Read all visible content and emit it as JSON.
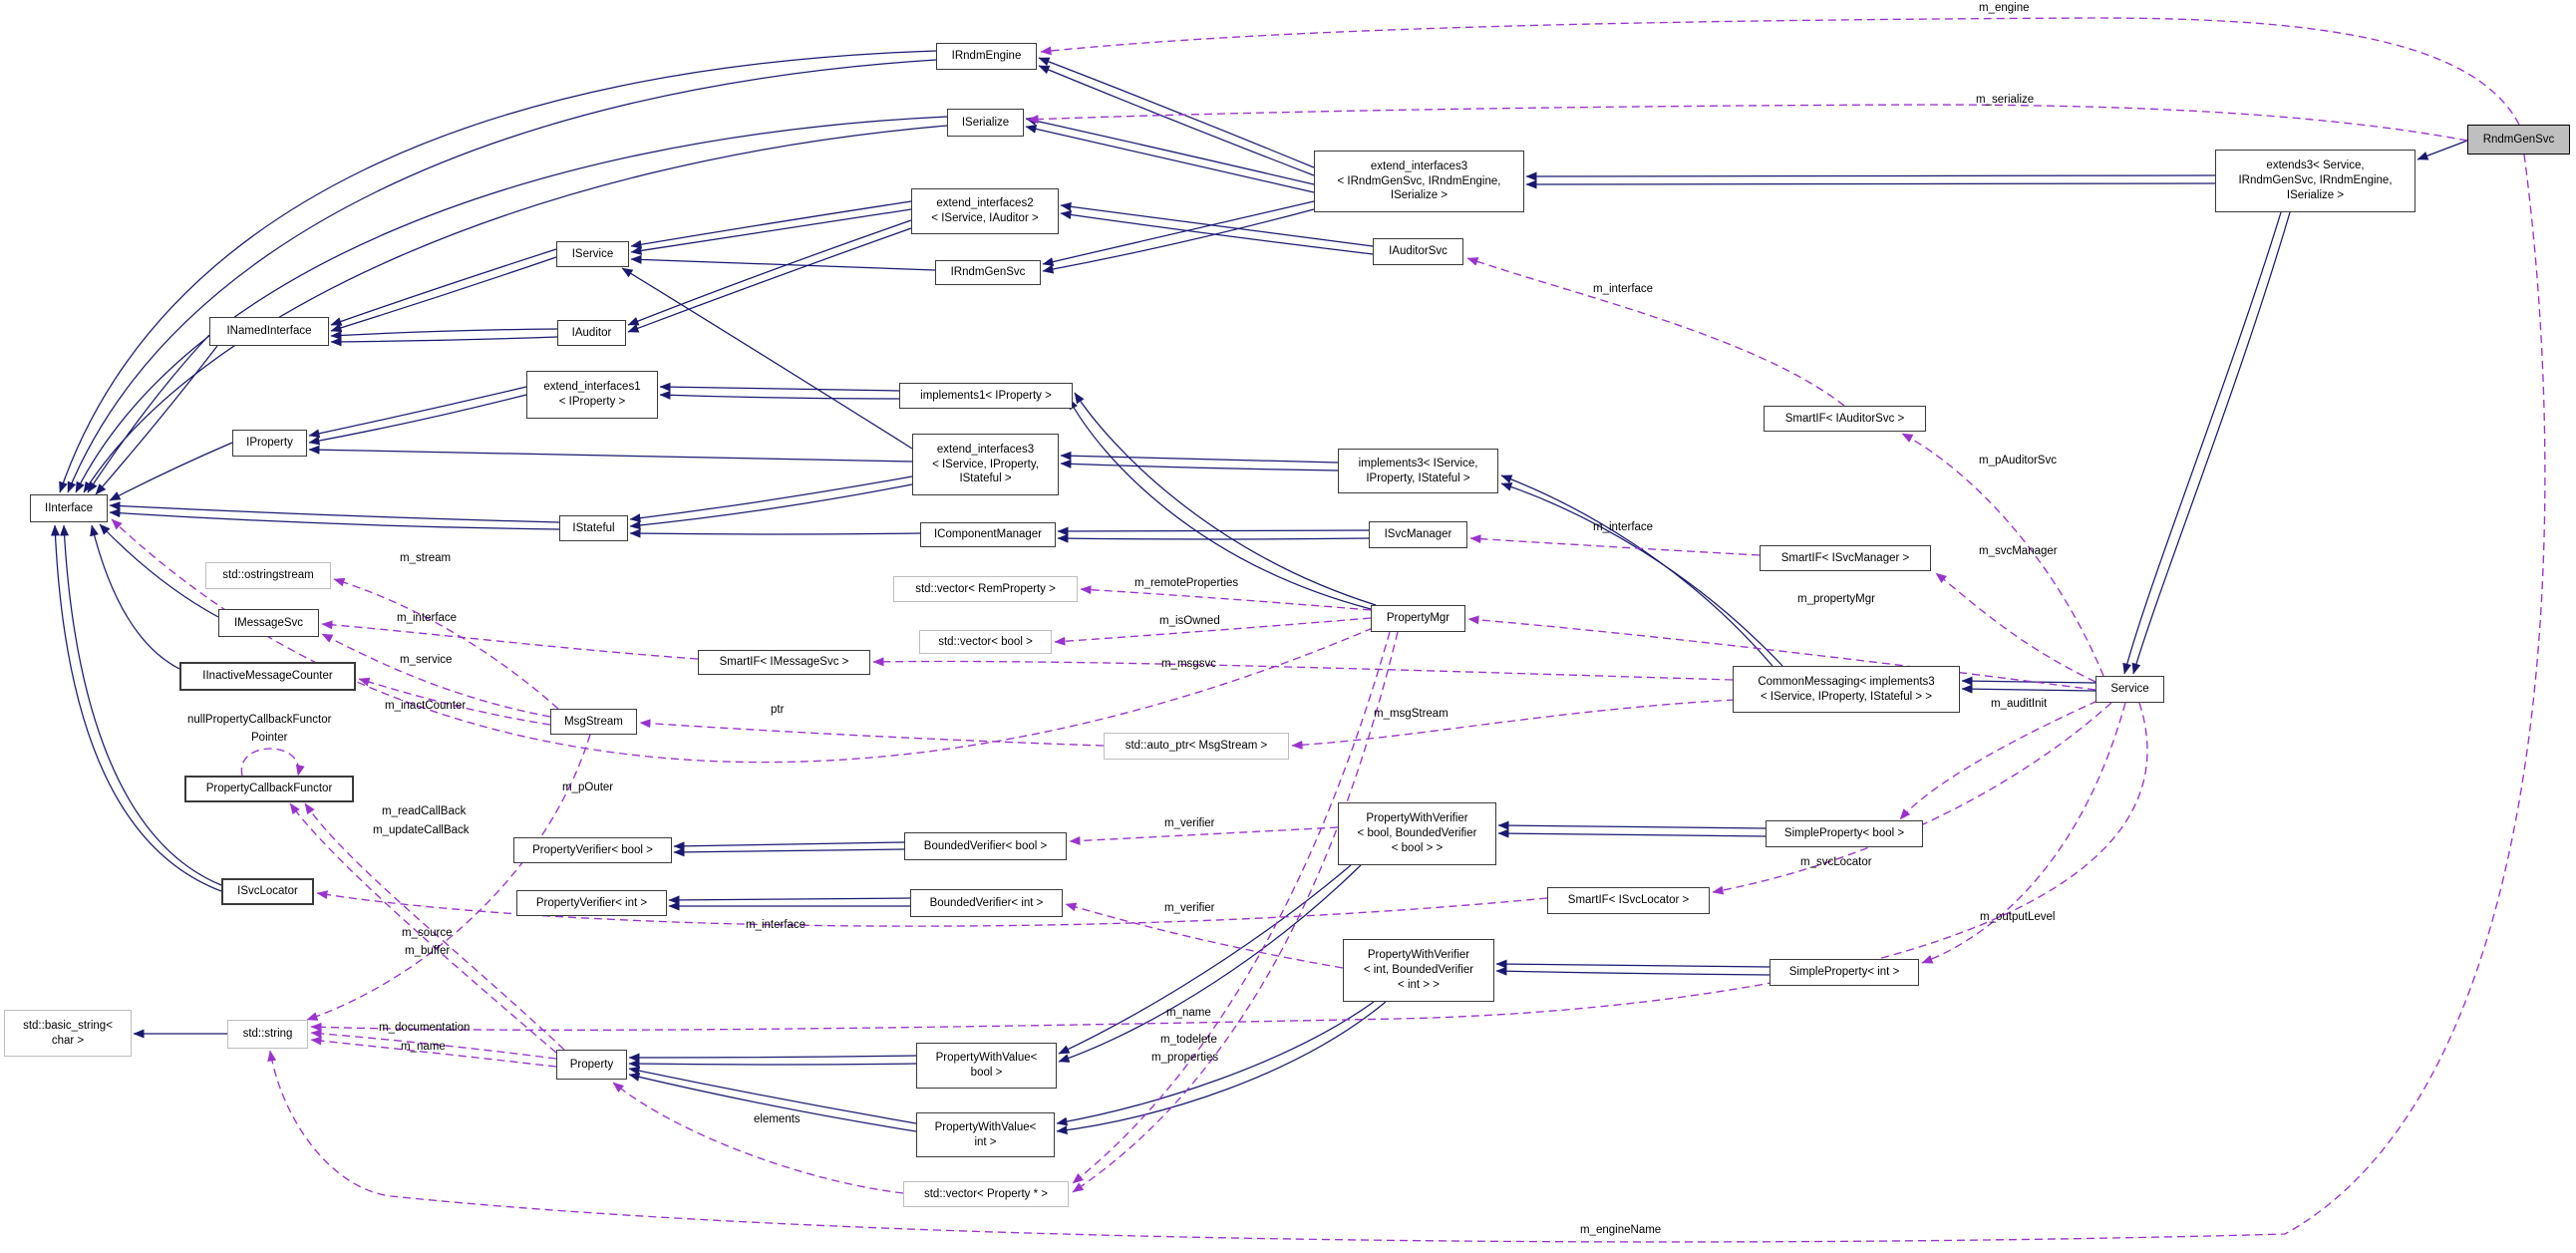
{
  "diagram": {
    "kind": "doxygen-collaboration-graph",
    "highlighted_node": "RndmGenSvc",
    "colors": {
      "inherit_edge": "#191970",
      "usage_edge": "#9a32cd",
      "highlight_fill": "#bfbfbf",
      "node_border": "#3a3a3a",
      "external_border": "#bebebe"
    }
  },
  "nodes": [
    {
      "id": "iinterface",
      "lines": [
        "IInterface"
      ],
      "style": "normal"
    },
    {
      "id": "inamed",
      "lines": [
        "INamedInterface"
      ],
      "style": "normal"
    },
    {
      "id": "iproperty",
      "lines": [
        "IProperty"
      ],
      "style": "normal"
    },
    {
      "id": "ostringstream",
      "lines": [
        "std::ostringstream"
      ],
      "style": "ext"
    },
    {
      "id": "imessagesvc",
      "lines": [
        "IMessageSvc"
      ],
      "style": "normal"
    },
    {
      "id": "iinactive",
      "lines": [
        "IInactiveMessageCounter"
      ],
      "style": "bold"
    },
    {
      "id": "propcbf",
      "lines": [
        "PropertyCallbackFunctor"
      ],
      "style": "bold"
    },
    {
      "id": "isvclocator",
      "lines": [
        "ISvcLocator"
      ],
      "style": "bold"
    },
    {
      "id": "basicstring",
      "lines": [
        "std::basic_string<",
        "char >"
      ],
      "style": "ext"
    },
    {
      "id": "string",
      "lines": [
        "std::string"
      ],
      "style": "ext"
    },
    {
      "id": "iservice",
      "lines": [
        "IService"
      ],
      "style": "normal"
    },
    {
      "id": "iauditor",
      "lines": [
        "IAuditor"
      ],
      "style": "normal"
    },
    {
      "id": "extif1",
      "lines": [
        "extend_interfaces1",
        "< IProperty >"
      ],
      "style": "normal"
    },
    {
      "id": "istateful",
      "lines": [
        "IStateful"
      ],
      "style": "normal"
    },
    {
      "id": "msgstream",
      "lines": [
        "MsgStream"
      ],
      "style": "normal"
    },
    {
      "id": "pverbool",
      "lines": [
        "PropertyVerifier< bool >"
      ],
      "style": "normal"
    },
    {
      "id": "pverint",
      "lines": [
        "PropertyVerifier< int >"
      ],
      "style": "normal"
    },
    {
      "id": "property",
      "lines": [
        "Property"
      ],
      "style": "normal"
    },
    {
      "id": "irndmengine",
      "lines": [
        "IRndmEngine"
      ],
      "style": "normal"
    },
    {
      "id": "iserialize",
      "lines": [
        "ISerialize"
      ],
      "style": "normal"
    },
    {
      "id": "extif2",
      "lines": [
        "extend_interfaces2",
        "< IService, IAuditor >"
      ],
      "style": "normal"
    },
    {
      "id": "irndmgensvc",
      "lines": [
        "IRndmGenSvc"
      ],
      "style": "normal"
    },
    {
      "id": "impl1",
      "lines": [
        "implements1< IProperty >"
      ],
      "style": "normal"
    },
    {
      "id": "extif3s",
      "lines": [
        "extend_interfaces3",
        "< IService, IProperty,",
        "IStateful >"
      ],
      "style": "normal"
    },
    {
      "id": "icompmgr",
      "lines": [
        "IComponentManager"
      ],
      "style": "normal"
    },
    {
      "id": "vecrem",
      "lines": [
        "std::vector< RemProperty >"
      ],
      "style": "ext"
    },
    {
      "id": "vecbool",
      "lines": [
        "std::vector< bool >"
      ],
      "style": "ext"
    },
    {
      "id": "smartmsgsvc",
      "lines": [
        "SmartIF< IMessageSvc >"
      ],
      "style": "normal"
    },
    {
      "id": "bvbool",
      "lines": [
        "BoundedVerifier< bool >"
      ],
      "style": "normal"
    },
    {
      "id": "bvint",
      "lines": [
        "BoundedVerifier< int >"
      ],
      "style": "normal"
    },
    {
      "id": "autoptr",
      "lines": [
        "std::auto_ptr< MsgStream >"
      ],
      "style": "ext"
    },
    {
      "id": "pwvalbool",
      "lines": [
        "PropertyWithValue<",
        "bool >"
      ],
      "style": "normal"
    },
    {
      "id": "pwvalint",
      "lines": [
        "PropertyWithValue<",
        "int >"
      ],
      "style": "normal"
    },
    {
      "id": "vecprop",
      "lines": [
        "std::vector< Property * >"
      ],
      "style": "ext"
    },
    {
      "id": "extif3r",
      "lines": [
        "extend_interfaces3",
        "< IRndmGenSvc, IRndmEngine,",
        "ISerialize >"
      ],
      "style": "normal"
    },
    {
      "id": "iauditorsvc",
      "lines": [
        "IAuditorSvc"
      ],
      "style": "normal"
    },
    {
      "id": "impl3",
      "lines": [
        "implements3< IService,",
        "IProperty, IStateful >"
      ],
      "style": "normal"
    },
    {
      "id": "isvcmanager",
      "lines": [
        "ISvcManager"
      ],
      "style": "normal"
    },
    {
      "id": "propertymgr",
      "lines": [
        "PropertyMgr"
      ],
      "style": "normal"
    },
    {
      "id": "pwvbool",
      "lines": [
        "PropertyWithVerifier",
        "< bool, BoundedVerifier",
        "< bool > >"
      ],
      "style": "normal"
    },
    {
      "id": "pwvint",
      "lines": [
        "PropertyWithVerifier",
        "< int, BoundedVerifier",
        "< int > >"
      ],
      "style": "normal"
    },
    {
      "id": "smartsvcloc",
      "lines": [
        "SmartIF< ISvcLocator >"
      ],
      "style": "normal"
    },
    {
      "id": "simplebool",
      "lines": [
        "SimpleProperty< bool >"
      ],
      "style": "normal"
    },
    {
      "id": "simpleint",
      "lines": [
        "SimpleProperty< int >"
      ],
      "style": "normal"
    },
    {
      "id": "smartauditsvc",
      "lines": [
        "SmartIF< IAuditorSvc >"
      ],
      "style": "normal"
    },
    {
      "id": "smartsvcmgr",
      "lines": [
        "SmartIF< ISvcManager >"
      ],
      "style": "normal"
    },
    {
      "id": "commonmsg",
      "lines": [
        "CommonMessaging< implements3",
        "< IService, IProperty, IStateful > >"
      ],
      "style": "normal"
    },
    {
      "id": "service",
      "lines": [
        "Service"
      ],
      "style": "normal"
    },
    {
      "id": "extends3",
      "lines": [
        "extends3< Service,",
        "IRndmGenSvc, IRndmEngine,",
        "ISerialize >"
      ],
      "style": "normal"
    },
    {
      "id": "rndmgensvc",
      "lines": [
        "RndmGenSvc"
      ],
      "style": "hl"
    }
  ],
  "edge_labels": [
    "m_engine",
    "m_serialize",
    "m_interface",
    "m_pAuditorSvc",
    "m_svcManager",
    "m_propertyMgr",
    "m_interface",
    "m_remoteProperties",
    "m_isOwned",
    "m_msgsvc",
    "m_msgStream",
    "ptr",
    "m_stream",
    "m_interface",
    "m_service",
    "m_inactCounter",
    "nullPropertyCallbackFunctor",
    "Pointer",
    "m_pOuter",
    "m_readCallBack",
    "m_updateCallBack",
    "m_verifier",
    "m_verifier",
    "m_interface",
    "m_source",
    "m_buffer",
    "m_svcLocator",
    "m_outputLevel",
    "m_auditInit",
    "m_documentation",
    "m_name",
    "m_name",
    "m_todelete",
    "m_properties",
    "elements",
    "m_engineName"
  ],
  "edges": [
    [
      "inamed",
      "iinterface",
      "inherit",
      ""
    ],
    [
      "inamed",
      "iinterface",
      "inherit",
      ""
    ],
    [
      "iproperty",
      "iinterface",
      "inherit",
      ""
    ],
    [
      "istateful",
      "iinterface",
      "inherit",
      ""
    ],
    [
      "istateful",
      "iinterface",
      "inherit",
      ""
    ],
    [
      "imessagesvc",
      "iinterface",
      "inherit",
      ""
    ],
    [
      "iinactive",
      "iinterface",
      "inherit",
      ""
    ],
    [
      "isvclocator",
      "iinterface",
      "inherit",
      ""
    ],
    [
      "isvclocator",
      "iinterface",
      "inherit",
      ""
    ],
    [
      "irndmengine",
      "iinterface",
      "inherit",
      ""
    ],
    [
      "irndmengine",
      "iinterface",
      "inherit",
      ""
    ],
    [
      "iserialize",
      "iinterface",
      "inherit",
      ""
    ],
    [
      "iserialize",
      "iinterface",
      "inherit",
      ""
    ],
    [
      "iservice",
      "inamed",
      "inherit",
      ""
    ],
    [
      "iservice",
      "inamed",
      "inherit",
      ""
    ],
    [
      "iauditor",
      "inamed",
      "inherit",
      ""
    ],
    [
      "iauditor",
      "inamed",
      "inherit",
      ""
    ],
    [
      "extif1",
      "iproperty",
      "inherit",
      ""
    ],
    [
      "extif1",
      "iproperty",
      "inherit",
      ""
    ],
    [
      "impl1",
      "extif1",
      "inherit",
      ""
    ],
    [
      "impl1",
      "extif1",
      "inherit",
      ""
    ],
    [
      "extif3s",
      "iservice",
      "inherit",
      ""
    ],
    [
      "extif3s",
      "iproperty",
      "inherit",
      ""
    ],
    [
      "extif3s",
      "istateful",
      "inherit",
      ""
    ],
    [
      "extif3s",
      "istateful",
      "inherit",
      ""
    ],
    [
      "icompmgr",
      "istateful",
      "inherit",
      ""
    ],
    [
      "isvcmanager",
      "icompmgr",
      "inherit",
      ""
    ],
    [
      "isvcmanager",
      "icompmgr",
      "inherit",
      ""
    ],
    [
      "impl3",
      "extif3s",
      "inherit",
      ""
    ],
    [
      "impl3",
      "extif3s",
      "inherit",
      ""
    ],
    [
      "propertymgr",
      "impl1",
      "inherit",
      ""
    ],
    [
      "propertymgr",
      "impl1",
      "inherit",
      ""
    ],
    [
      "commonmsg",
      "impl3",
      "inherit",
      ""
    ],
    [
      "commonmsg",
      "impl3",
      "inherit",
      ""
    ],
    [
      "service",
      "commonmsg",
      "inherit",
      ""
    ],
    [
      "service",
      "commonmsg",
      "inherit",
      ""
    ],
    [
      "extif2",
      "iservice",
      "inherit",
      ""
    ],
    [
      "extif2",
      "iservice",
      "inherit",
      ""
    ],
    [
      "extif2",
      "iauditor",
      "inherit",
      ""
    ],
    [
      "extif2",
      "iauditor",
      "inherit",
      ""
    ],
    [
      "irndmgensvc",
      "iservice",
      "inherit",
      ""
    ],
    [
      "iauditorsvc",
      "extif2",
      "inherit",
      ""
    ],
    [
      "iauditorsvc",
      "extif2",
      "inherit",
      ""
    ],
    [
      "extif3r",
      "irndmengine",
      "inherit",
      ""
    ],
    [
      "extif3r",
      "irndmengine",
      "inherit",
      ""
    ],
    [
      "extif3r",
      "iserialize",
      "inherit",
      ""
    ],
    [
      "extif3r",
      "iserialize",
      "inherit",
      ""
    ],
    [
      "extif3r",
      "irndmgensvc",
      "inherit",
      ""
    ],
    [
      "extif3r",
      "irndmgensvc",
      "inherit",
      ""
    ],
    [
      "extends3",
      "extif3r",
      "inherit",
      ""
    ],
    [
      "extends3",
      "extif3r",
      "inherit",
      ""
    ],
    [
      "extends3",
      "service",
      "inherit",
      ""
    ],
    [
      "extends3",
      "service",
      "inherit",
      ""
    ],
    [
      "rndmgensvc",
      "extends3",
      "inherit",
      ""
    ],
    [
      "simplebool",
      "pwvbool",
      "inherit",
      ""
    ],
    [
      "simplebool",
      "pwvbool",
      "inherit",
      ""
    ],
    [
      "simpleint",
      "pwvint",
      "inherit",
      ""
    ],
    [
      "simpleint",
      "pwvint",
      "inherit",
      ""
    ],
    [
      "pwvbool",
      "pwvalbool",
      "inherit",
      ""
    ],
    [
      "pwvbool",
      "pwvalbool",
      "inherit",
      ""
    ],
    [
      "pwvint",
      "pwvalint",
      "inherit",
      ""
    ],
    [
      "pwvint",
      "pwvalint",
      "inherit",
      ""
    ],
    [
      "pwvalbool",
      "property",
      "inherit",
      ""
    ],
    [
      "pwvalbool",
      "property",
      "inherit",
      ""
    ],
    [
      "pwvalint",
      "property",
      "inherit",
      ""
    ],
    [
      "pwvalint",
      "property",
      "inherit",
      ""
    ],
    [
      "bvbool",
      "pverbool",
      "inherit",
      ""
    ],
    [
      "bvbool",
      "pverbool",
      "inherit",
      ""
    ],
    [
      "bvint",
      "pverint",
      "inherit",
      ""
    ],
    [
      "bvint",
      "pverint",
      "inherit",
      ""
    ],
    [
      "string",
      "basicstring",
      "inherit",
      ""
    ],
    [
      "rndmgensvc",
      "irndmengine",
      "usage",
      "m_engine"
    ],
    [
      "rndmgensvc",
      "iserialize",
      "usage",
      "m_serialize"
    ],
    [
      "smartauditsvc",
      "iauditorsvc",
      "usage",
      "m_interface"
    ],
    [
      "service",
      "smartauditsvc",
      "usage",
      "m_pAuditorSvc"
    ],
    [
      "service",
      "smartsvcmgr",
      "usage",
      "m_svcManager"
    ],
    [
      "smartsvcmgr",
      "isvcmanager",
      "usage",
      "m_interface"
    ],
    [
      "service",
      "propertymgr",
      "usage",
      "m_propertyMgr"
    ],
    [
      "propertymgr",
      "vecrem",
      "usage",
      "m_remoteProperties"
    ],
    [
      "propertymgr",
      "vecbool",
      "usage",
      "m_isOwned"
    ],
    [
      "commonmsg",
      "smartmsgsvc",
      "usage",
      "m_msgsvc"
    ],
    [
      "commonmsg",
      "autoptr",
      "usage",
      "m_msgStream"
    ],
    [
      "autoptr",
      "msgstream",
      "usage",
      "ptr"
    ],
    [
      "msgstream",
      "ostringstream",
      "usage",
      "m_stream"
    ],
    [
      "smartmsgsvc",
      "imessagesvc",
      "usage",
      "m_interface"
    ],
    [
      "msgstream",
      "imessagesvc",
      "usage",
      "m_service"
    ],
    [
      "msgstream",
      "iinactive",
      "usage",
      "m_inactCounter"
    ],
    [
      "propcbf",
      "propcbf",
      "usage",
      "nullPropertyCallbackFunctorPointer"
    ],
    [
      "propertymgr",
      "iinterface",
      "usage",
      "m_pOuter"
    ],
    [
      "property",
      "propcbf",
      "usage",
      "m_readCallBack"
    ],
    [
      "property",
      "propcbf",
      "usage",
      "m_updateCallBack"
    ],
    [
      "pwvbool",
      "bvbool",
      "usage",
      "m_verifier"
    ],
    [
      "pwvint",
      "bvint",
      "usage",
      "m_verifier"
    ],
    [
      "smartsvcloc",
      "isvclocator",
      "usage",
      "m_interface"
    ],
    [
      "msgstream",
      "string",
      "usage",
      "m_source m_buffer"
    ],
    [
      "service",
      "smartsvcloc",
      "usage",
      "m_svcLocator"
    ],
    [
      "service",
      "simpleint",
      "usage",
      "m_outputLevel"
    ],
    [
      "service",
      "simplebool",
      "usage",
      "m_auditInit"
    ],
    [
      "property",
      "string",
      "usage",
      "m_documentation"
    ],
    [
      "property",
      "string",
      "usage",
      "m_name"
    ],
    [
      "service",
      "string",
      "usage",
      "m_name"
    ],
    [
      "propertymgr",
      "vecprop",
      "usage",
      "m_todelete"
    ],
    [
      "propertymgr",
      "vecprop",
      "usage",
      "m_properties"
    ],
    [
      "vecprop",
      "property",
      "usage",
      "elements"
    ],
    [
      "rndmgensvc",
      "string",
      "usage",
      "m_engineName"
    ]
  ]
}
